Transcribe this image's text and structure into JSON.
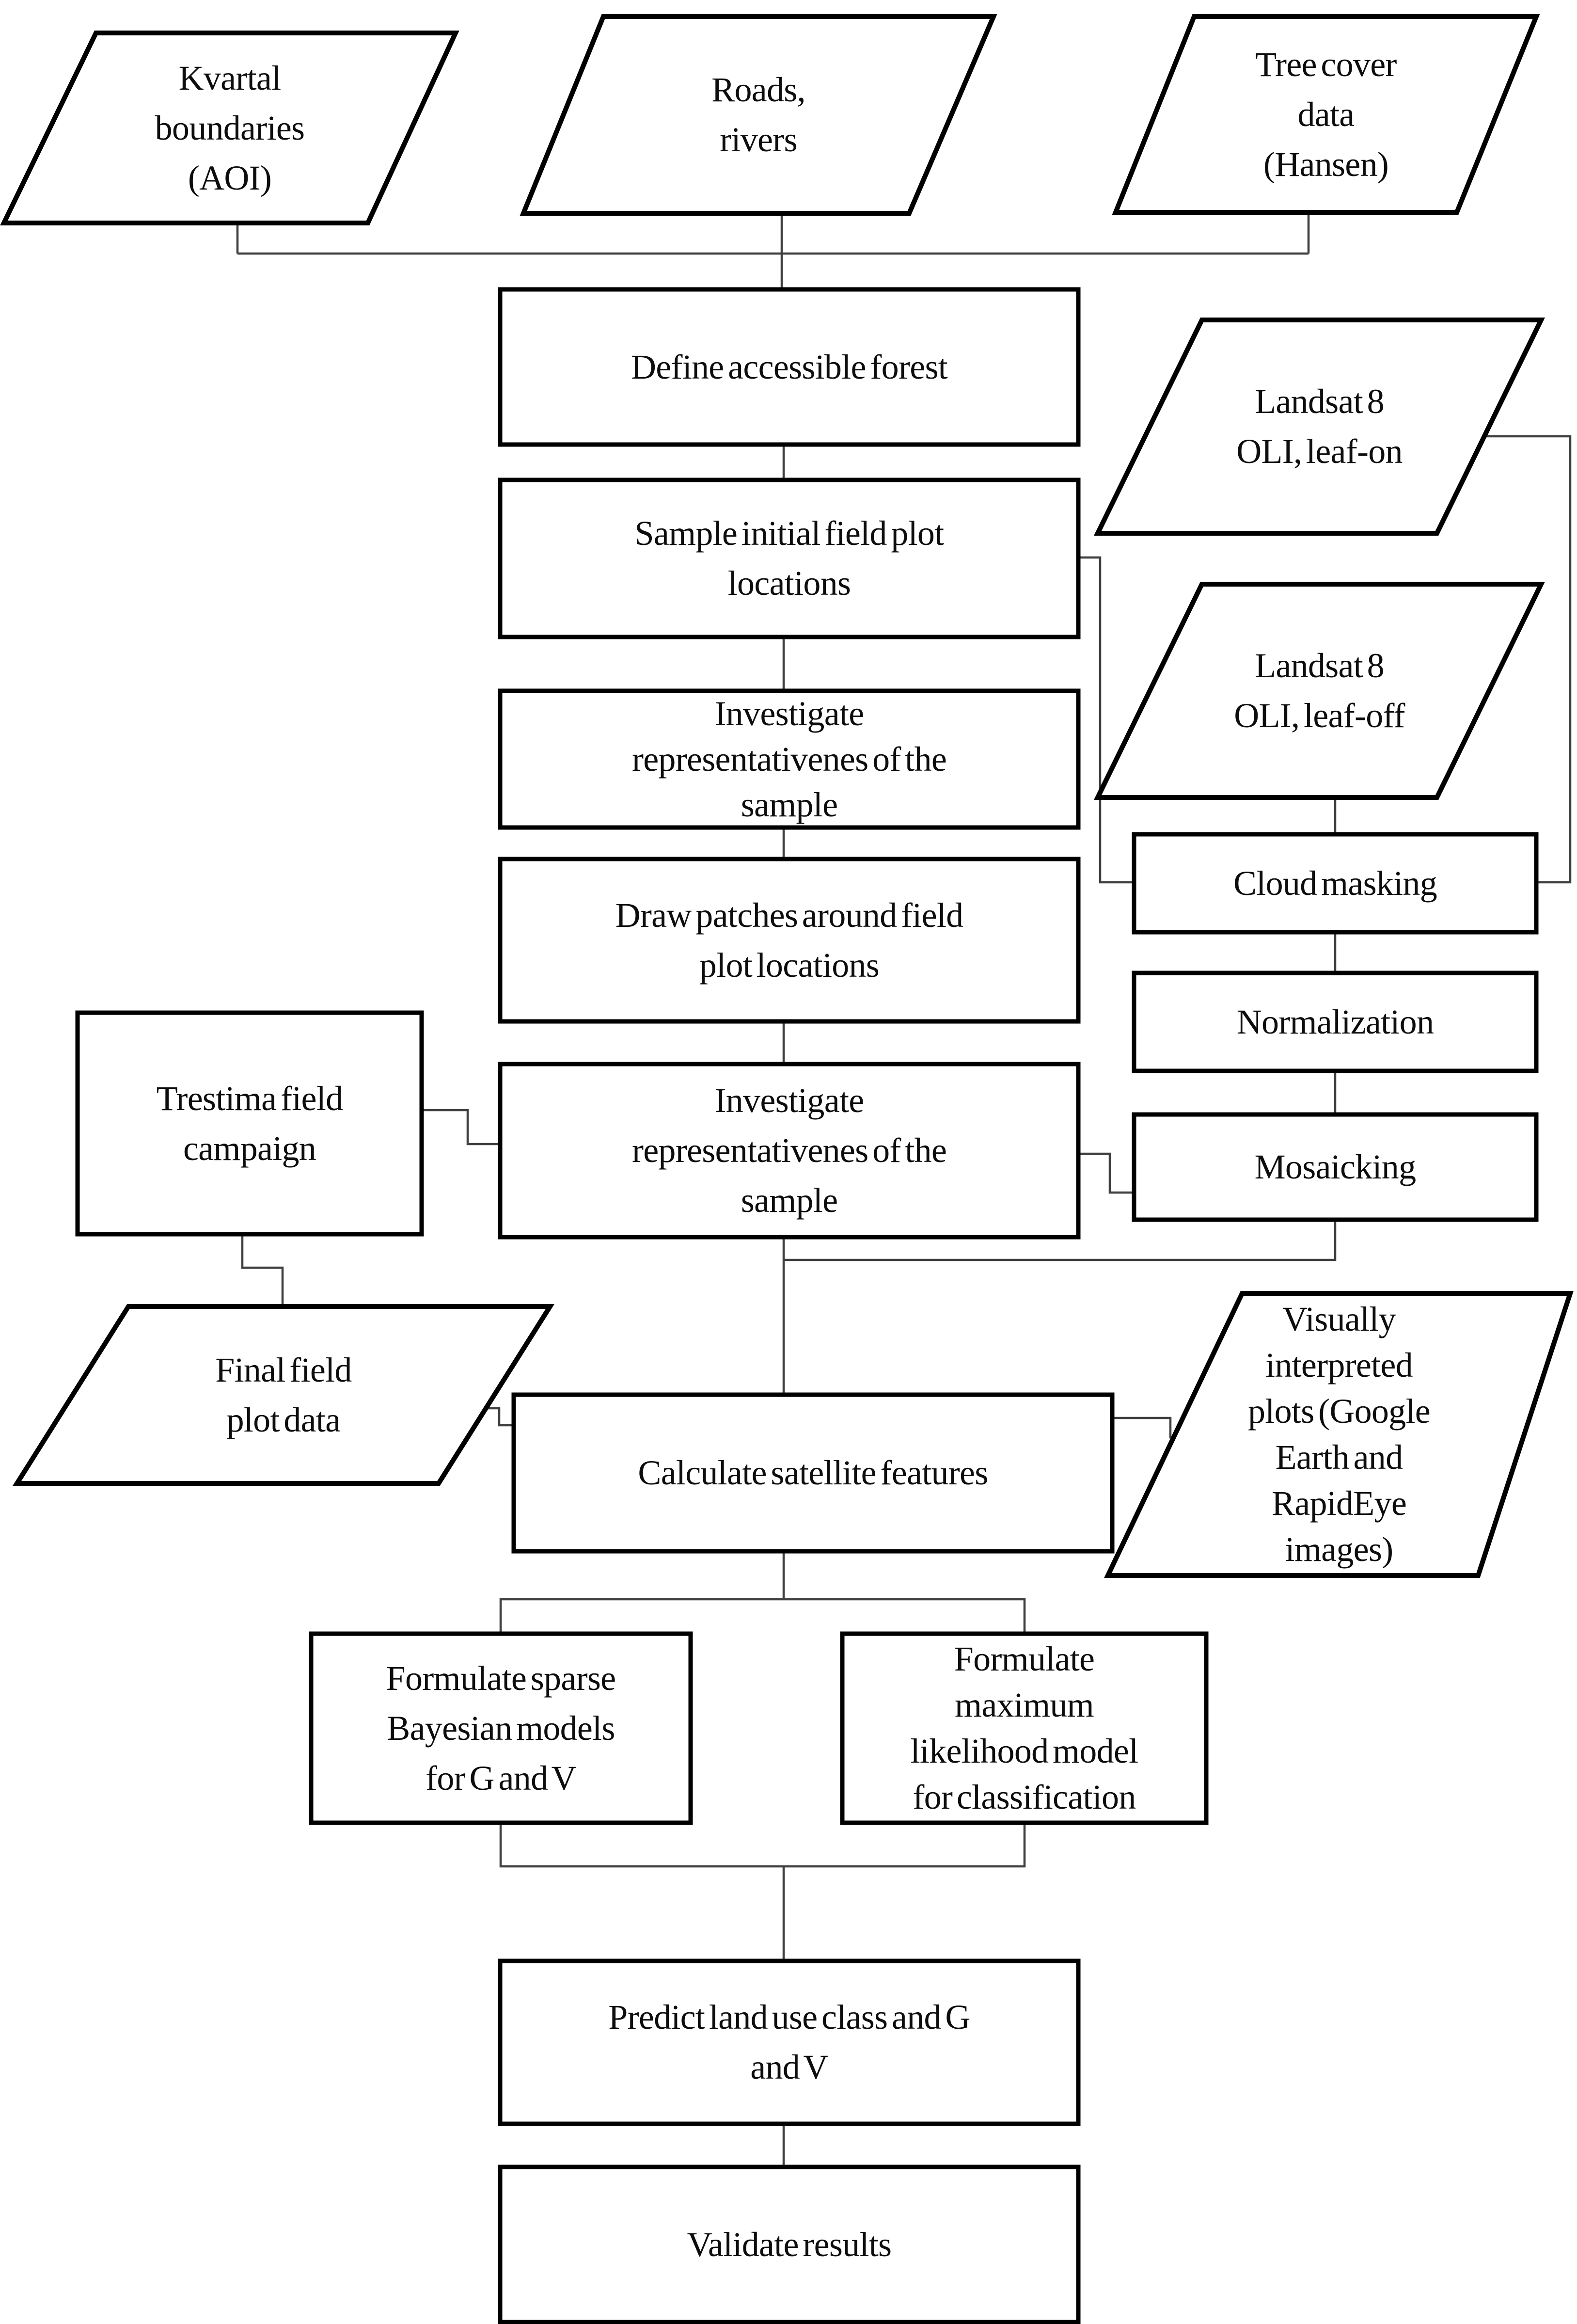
{
  "diagram_type": "flowchart",
  "colors": {
    "background": "#ffffff",
    "shape_fill": "#ffffff",
    "shape_stroke": "#000000",
    "connector_stroke": "#3f3f3f",
    "text": "#0d0d0d"
  },
  "nodes": {
    "kvartal": {
      "shape": "parallelogram",
      "lines": [
        "Kvartal",
        "boundaries",
        "(AOI)"
      ]
    },
    "roads": {
      "shape": "parallelogram",
      "lines": [
        "Roads,",
        "rivers"
      ]
    },
    "tree": {
      "shape": "parallelogram",
      "lines": [
        "Tree cover",
        "data",
        "(Hansen)"
      ]
    },
    "define": {
      "shape": "rect",
      "lines": [
        "Define accessible forest"
      ]
    },
    "sample": {
      "shape": "rect",
      "lines": [
        "Sample initial field plot",
        "locations"
      ]
    },
    "investigate1": {
      "shape": "rect",
      "lines": [
        "Investigate",
        "representativenes of the",
        "sample"
      ]
    },
    "draw": {
      "shape": "rect",
      "lines": [
        "Draw patches around field",
        "plot locations"
      ]
    },
    "investigate2": {
      "shape": "rect",
      "lines": [
        "Investigate",
        "representativenes of the",
        "sample"
      ]
    },
    "leafon": {
      "shape": "parallelogram",
      "lines": [
        "Landsat 8",
        "OLI, leaf-on"
      ]
    },
    "leafoff": {
      "shape": "parallelogram",
      "lines": [
        "Landsat 8",
        "OLI, leaf-off"
      ]
    },
    "cloud": {
      "shape": "rect",
      "lines": [
        "Cloud masking"
      ]
    },
    "normalization": {
      "shape": "rect",
      "lines": [
        "Normalization"
      ]
    },
    "mosaicking": {
      "shape": "rect",
      "lines": [
        "Mosaicking"
      ]
    },
    "trestima": {
      "shape": "rect",
      "lines": [
        "Trestima field",
        "campaign"
      ]
    },
    "finalfield": {
      "shape": "parallelogram",
      "lines": [
        "Final field",
        "plot data"
      ]
    },
    "calculate": {
      "shape": "rect",
      "lines": [
        "Calculate satellite features"
      ]
    },
    "visually": {
      "shape": "parallelogram",
      "lines": [
        "Visually",
        "interpreted",
        "plots (Google",
        "Earth and",
        "RapidEye",
        "images)"
      ]
    },
    "bayesian": {
      "shape": "rect",
      "lines": [
        "Formulate sparse",
        "Bayesian models",
        "for G and V"
      ]
    },
    "maxlikelihood": {
      "shape": "rect",
      "lines": [
        "Formulate",
        "maximum",
        "likelihood model",
        "for classification"
      ]
    },
    "predict": {
      "shape": "rect",
      "lines": [
        "Predict land use class and G",
        "and V"
      ]
    },
    "validate": {
      "shape": "rect",
      "lines": [
        "Validate results"
      ]
    }
  },
  "edges": [
    "kvartal->define",
    "roads->define",
    "tree->define",
    "define->sample",
    "sample->investigate1",
    "investigate1->draw",
    "draw->investigate2",
    "investigate2->calculate",
    "sample->cloud",
    "leafon->cloud",
    "leafoff->cloud",
    "cloud->normalization",
    "normalization->mosaicking",
    "investigate2->mosaicking",
    "mosaicking->calculate",
    "trestima->investigate2",
    "trestima->finalfield",
    "finalfield->calculate",
    "calculate->visually",
    "calculate->bayesian",
    "calculate->maxlikelihood",
    "bayesian->predict",
    "maxlikelihood->predict",
    "predict->validate"
  ]
}
